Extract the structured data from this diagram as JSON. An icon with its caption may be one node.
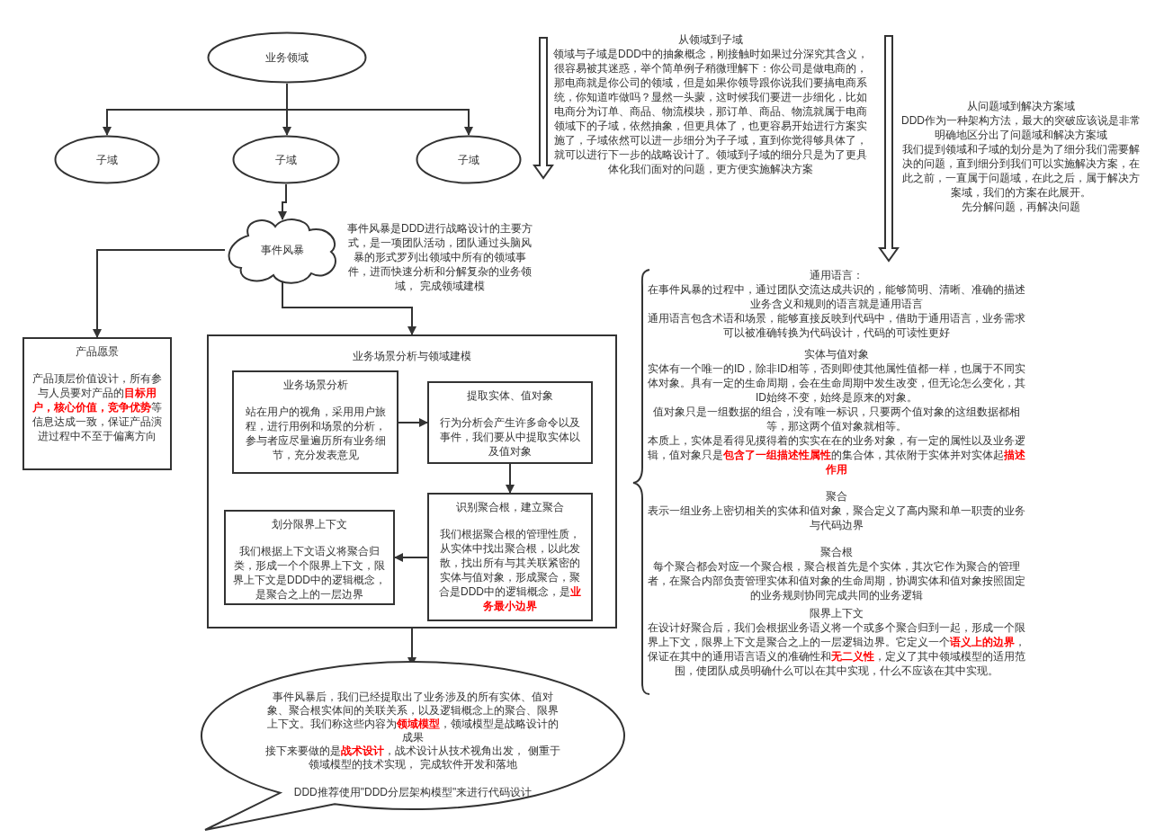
{
  "diagram": {
    "nodes": [
      {
        "text": [
          "业务领域"
        ]
      },
      {
        "text": [
          "子域"
        ]
      },
      {
        "text": [
          "子域"
        ]
      },
      {
        "text": [
          "子域"
        ]
      },
      {
        "text": [
          "事件风暴"
        ],
        "beside": [
          "事件风暴是DDD进行战略设计的主要方式，是一项团队活动，团队通过头脑风暴的形式罗列出领域中所有的领域事件，进而快速分析和分解复杂的业务领域， 完成领域建模"
        ]
      },
      {
        "text": [
          "产品愿景",
          "产品顶层价值设计，所有参与人员要对产品的**目标用户，核心价值，竞争优势**等信息达成一致，保证产品演进过程中不至于偏离方向"
        ]
      },
      {
        "text": [
          "业务场景分析与领域建模"
        ]
      },
      {
        "text": [
          "业务场景分析",
          "站在用户的视角，采用用户旅程，进行用例和场景的分析，参与者应尽量遍历所有业务细节，充分发表意见"
        ],
        "in": 6
      },
      {
        "text": [
          "提取实体、值对象",
          "行为分析会产生许多命令以及事件，我们要从中提取实体以及值对象"
        ],
        "in": 6
      },
      {
        "text": [
          "识别聚合根，建立聚合",
          "我们根据聚合根的管理性质，从实体中找出聚合根，以此发散，找出所有与其关联紧密的实体与值对象，形成聚合，聚合是DDD中的逻辑概念，是**业务最小边界**"
        ],
        "in": 6
      },
      {
        "text": [
          "划分限界上下文",
          "我们根据上下文语义将聚合归类，形成一个个限界上下文，限界上下文是DDD中的逻辑概念，是聚合之上的一层边界"
        ],
        "in": 6
      },
      {
        "text": [
          "事件风暴后，我们已经提取出了业务涉及的所有实体、值对象、聚合根实体间的关联关系，以及逻辑概念上的聚合、限界上下文。我们称这些内容为**领域模型**，领域模型是战略设计的成果",
          "接下来要做的是**战术设计**，战术设计从技术视角出发， 侧重于领域模型的技术实现， 完成软件开发和落地",
          "DDD推荐使用\"DDD分层架构模型\"来进行代码设计"
        ]
      }
    ],
    "edges": [
      {
        "from": 0,
        "to": 1,
        "arrow": "to"
      },
      {
        "from": 0,
        "to": 2,
        "arrow": "to"
      },
      {
        "from": 0,
        "to": 3,
        "arrow": "to"
      },
      {
        "from": 2,
        "to": 4,
        "arrow": "to"
      },
      {
        "from": 4,
        "to": 5,
        "arrow": "to"
      },
      {
        "from": 4,
        "to": 6,
        "arrow": "to"
      },
      {
        "from": 7,
        "to": 8,
        "arrow": "to"
      },
      {
        "from": 8,
        "to": 9,
        "arrow": "to"
      },
      {
        "from": 9,
        "to": 10,
        "arrow": "to"
      },
      {
        "from": 6,
        "to": 11,
        "arrow": "to"
      }
    ],
    "labels": [
      "从领域到子域",
      "领域与子域是DDD中的抽象概念，刚接触时如果过分深究其含义，很容易被其迷惑，举个简单例子稍微理解下：你公司是做电商的，那电商就是你公司的领域，但是如果你领导跟你说我们要搞电商系统，你知道咋做吗？显然一头蒙，这时候我们要进一步细化，比如电商分为订单、商品、物流模块，那订单、商品、物流就属于电商领域下的子域，依然抽象，但更具体了，也更容易开始进行方案实施了，子域依然可以进一步细分为子子域，直到你觉得够具体了，就可以进行下一步的战略设计了。领域到子域的细分只是为了更具体化我们面对的问题，更方便实施解决方案",
      "从问题域到解决方案域",
      "DDD作为一种架构方法，最大的突破应该说是非常明确地区分出了问题域和解决方案域",
      "我们提到领域和子域的划分是为了细分我们需要解决的问题，直到细分到我们可以实施解决方案，在此之前，一直属于问题域，在此之后，属于解决方案域，我们的方案在此展开。",
      "先分解问题，再解决问题",
      "通用语言：",
      "在事件风暴的过程中，通过团队交流达成共识的，能够简明、清晰、准确的描述业务含义和规则的语言就是通用语言",
      "通用语言包含术语和场景，能够直接反映到代码中，借助于通用语言，业务需求可以被准确转换为代码设计，代码的可读性更好",
      "实体与值对象",
      "实体有一个唯一的ID，除非ID相等，否则即使其他属性值都一样，也属于不同实体对象。具有一定的生命周期，会在生命周期中发生改变，但无论怎么变化，其ID始终不变，始终是原来的对象。",
      "值对象只是一组数据的组合，没有唯一标识，只要两个值对象的这组数据都相等，那这两个值对象就相等。",
      "本质上，实体是看得见摸得着的实实在在的业务对象，有一定的属性以及业务逻辑，值对象只是**包含了一组描述性属性**的集合体，其依附于实体并对实体起**描述作用**",
      "聚合",
      "表示一组业务上密切相关的实体和值对象，聚合定义了高内聚和单一职责的业务与代码边界",
      "聚合根",
      "每个聚合都会对应一个聚合根，聚合根首先是个实体，其次它作为聚合的管理者，在聚合内部负责管理实体和值对象的生命周期，协调实体和值对象按照固定的业务规则协同完成共同的业务逻辑",
      "限界上下文",
      "在设计好聚合后，我们会根据业务语义将一个或多个聚合归到一起，形成一个限界上下文，限界上下文是聚合之上的一层逻辑边界。它定义一个**语义上的边界**，保证在其中的通用语言语义的准确性和**无二义性**，定义了其中领域模型的适用范围，使团队成员明确什么可以在其中实现，什么不应该在其中实现。"
    ]
  }
}
